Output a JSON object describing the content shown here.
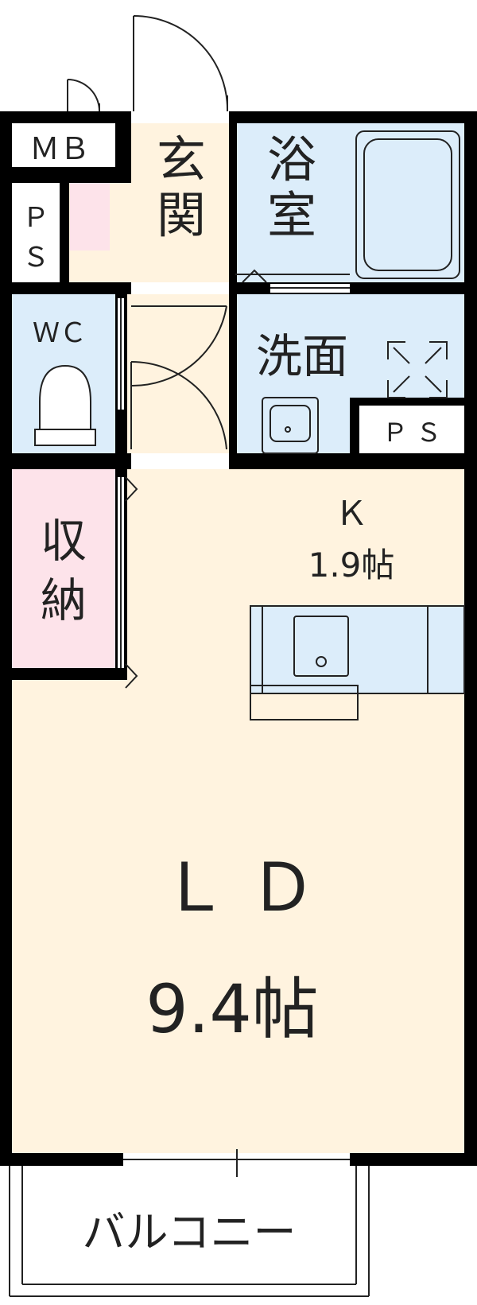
{
  "colors": {
    "wall": "#000000",
    "floor_beige": "#fff3df",
    "floor_blue": "#dcedfa",
    "floor_pink": "#fde3ea",
    "fixture_line": "#222222",
    "background": "#ffffff"
  },
  "rooms": {
    "mb": {
      "label": "ＭＢ"
    },
    "ps_top": {
      "label_1": "Ｐ",
      "label_2": "Ｓ"
    },
    "genkan": {
      "label_1": "玄",
      "label_2": "関"
    },
    "bath": {
      "label_1": "浴",
      "label_2": "室"
    },
    "wc": {
      "label": "ＷＣ"
    },
    "washroom": {
      "label": "洗面"
    },
    "ps_right": {
      "label": "Ｐ Ｓ"
    },
    "storage": {
      "label_1": "収",
      "label_2": "納"
    },
    "kitchen": {
      "label": "Ｋ",
      "size": "1.9帖"
    },
    "living": {
      "label": "Ｌ Ｄ",
      "size": "9.4帖"
    },
    "balcony": {
      "label": "バルコニー"
    }
  },
  "fixtures": {
    "bathtub": "bathtub-icon",
    "toilet": "toilet-icon",
    "washbasin": "washbasin-icon",
    "kitchen_sink": "sink-icon",
    "washing_machine_space": "washer-space-icon"
  }
}
